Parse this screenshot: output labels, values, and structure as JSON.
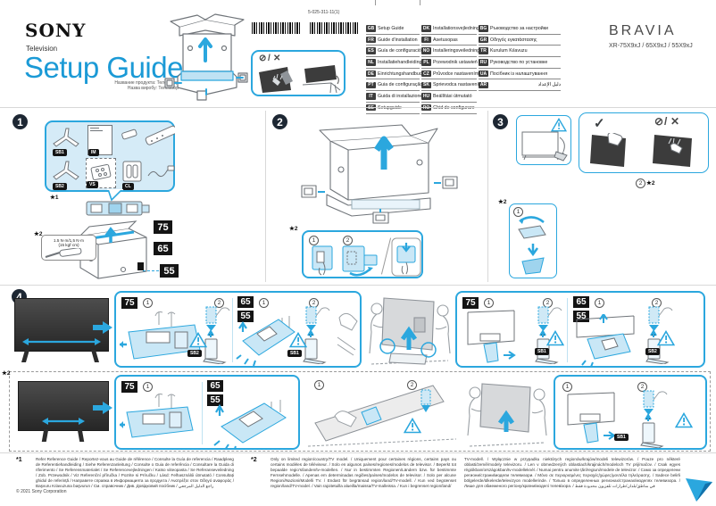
{
  "header": {
    "brand": "SONY",
    "product_type": "Television",
    "title": "Setup Guide",
    "product_name_ru": "Название продукта: Телевизор",
    "product_name_ua": "Назва виробу: Телевізор",
    "part_number": "5-025-311-11(1)",
    "bravia": "BRAVIA",
    "models": "XR-75X9xJ / 65X9xJ / 55X9xJ"
  },
  "icons": {
    "prohibit": "⊘",
    "slash": "/",
    "cross": "✕",
    "check": "✓"
  },
  "marks": {
    "n1": "1",
    "n2": "2",
    "star1": "★1",
    "star2": "★2"
  },
  "parts": {
    "sb1": "SB1",
    "im": "IM",
    "sb2": "SB2",
    "vs": "VS",
    "cl": "CL"
  },
  "sizes": {
    "s75": "75",
    "s65": "65",
    "s55": "55"
  },
  "step_numbers": {
    "s1": "1",
    "s2": "2",
    "s3": "3",
    "s4": "4"
  },
  "step1": {
    "torque_line1": "1.5 N·m/1,5 N·m",
    "torque_line2": "{15 kgf·cm}"
  },
  "colors": {
    "accent_blue": "#2ba7de",
    "light_blue_fill": "#c9e7f6",
    "badge_black": "#141414"
  },
  "languages": [
    {
      "code": "GB",
      "label": "Setup Guide"
    },
    {
      "code": "FR",
      "label": "Guide d'installation"
    },
    {
      "code": "ES",
      "label": "Guía de configuración"
    },
    {
      "code": "NL",
      "label": "Installatiehandleiding"
    },
    {
      "code": "DE",
      "label": "Einrichtungshandbuch"
    },
    {
      "code": "PT",
      "label": "Guia de configuração"
    },
    {
      "code": "IT",
      "label": "Guida di installazione"
    },
    {
      "code": "SE",
      "label": "Setupguide"
    },
    {
      "code": "DK",
      "label": "Installationsvejledning"
    },
    {
      "code": "FI",
      "label": "Asetusopas"
    },
    {
      "code": "NO",
      "label": "Installeringsveiledning"
    },
    {
      "code": "PL",
      "label": "Przewodnik ustawień"
    },
    {
      "code": "CZ",
      "label": "Průvodce nastavením"
    },
    {
      "code": "SK",
      "label": "Sprievodca nastavením"
    },
    {
      "code": "HU",
      "label": "Beállítási útmutató"
    },
    {
      "code": "RO",
      "label": "Ghid de configurare"
    },
    {
      "code": "BG",
      "label": "Ръководство за настройки"
    },
    {
      "code": "GR",
      "label": "Οδηγός εγκατάστασης"
    },
    {
      "code": "TR",
      "label": "Kurulum Kılavuzu"
    },
    {
      "code": "RU",
      "label": "Руководство по установке"
    },
    {
      "code": "UA",
      "label": "Посібник із налаштування"
    },
    {
      "code": "AR",
      "label": "دليل الإعداد"
    }
  ],
  "footnotes": {
    "fn1_marker": "*1",
    "fn1_text": "Refer Reference Guide / Reportez-vous au Guide de référence / Consulte la Guía de referencia / Raadpleeg de Referentiehandleiding / Siehe Referenzanleitung / Consulte o Guia de referência / Consultare la Guida di riferimento / Se Referensmaterialet / Se Referencevejledningen / Katso viiteopasta / Se Referanseveiledning / Zob. Przewodnik / Viz Referenční příručka / Pozrite si Príručku / Lásd: Felhasználói útmutató / Consultați ghidul de referință / Направете справка в Информацията за продукта / Ανατρέξτε στον Οδηγό αναφοράς / Başvuru Kılavuzuna başvurun / См. справочник / Див. Довідковий посібник / راجع الدليل المرجعي",
    "fn2_marker": "*2",
    "fn2_text_a": "Only on limited region/country/TV model. / Uniquement pour certaines régions, certains pays ou certains modèles de téléviseur. / Solo en algunos países/regiones/modelos de televisor. / Beperkt tot bepaalde regio's/landen/tv-modellen. / Nur in bestimmten Regionen/Ländern bzw. für bestimmte Fernsehmodelle. / Apenas em determinadas regiões/países/modelos de televisor. / Solo per alcune Regioni/Nazioni/Modelli TV. / Endast för begränsad region/land/TV-modell. / Kun ved begrænset region/land/TV-model. / Vain rajoitetuilla alueilla/maissa/TV-malleissa. / Kun i begrenset region/land/",
    "fn2_text_b": "TV-modell. / Wyłącznie w przypadku niektórych regionów/krajów/modeli telewizorów. / Pouze pro některé oblasti/země/modely televizoru. / Len v obmedzených oblastiach/krajinách/modeloch TV prijímačov. / Csak egyes régiókban/országokban/tv-modelleknél. / Numai pentru anumite țări/regiuni/modele de televizor. / Само за определени региони/страни/модели телевизори. / Μόνο σε περιορισμένες περιοχές/χώρες/μοντέλα τηλεόρασης. / Sadece belirli bölgelerde/ülkelerde/televizyon modellerinde. / Только в определенных регионах/странах/моделях телевизора. / Лише для обмеженого регіону/країни/моделі телевізора. / في مناطق/بلدان/طرازات تلفزيون محدودة فقط",
    "copyright": "© 2021 Sony Corporation"
  }
}
